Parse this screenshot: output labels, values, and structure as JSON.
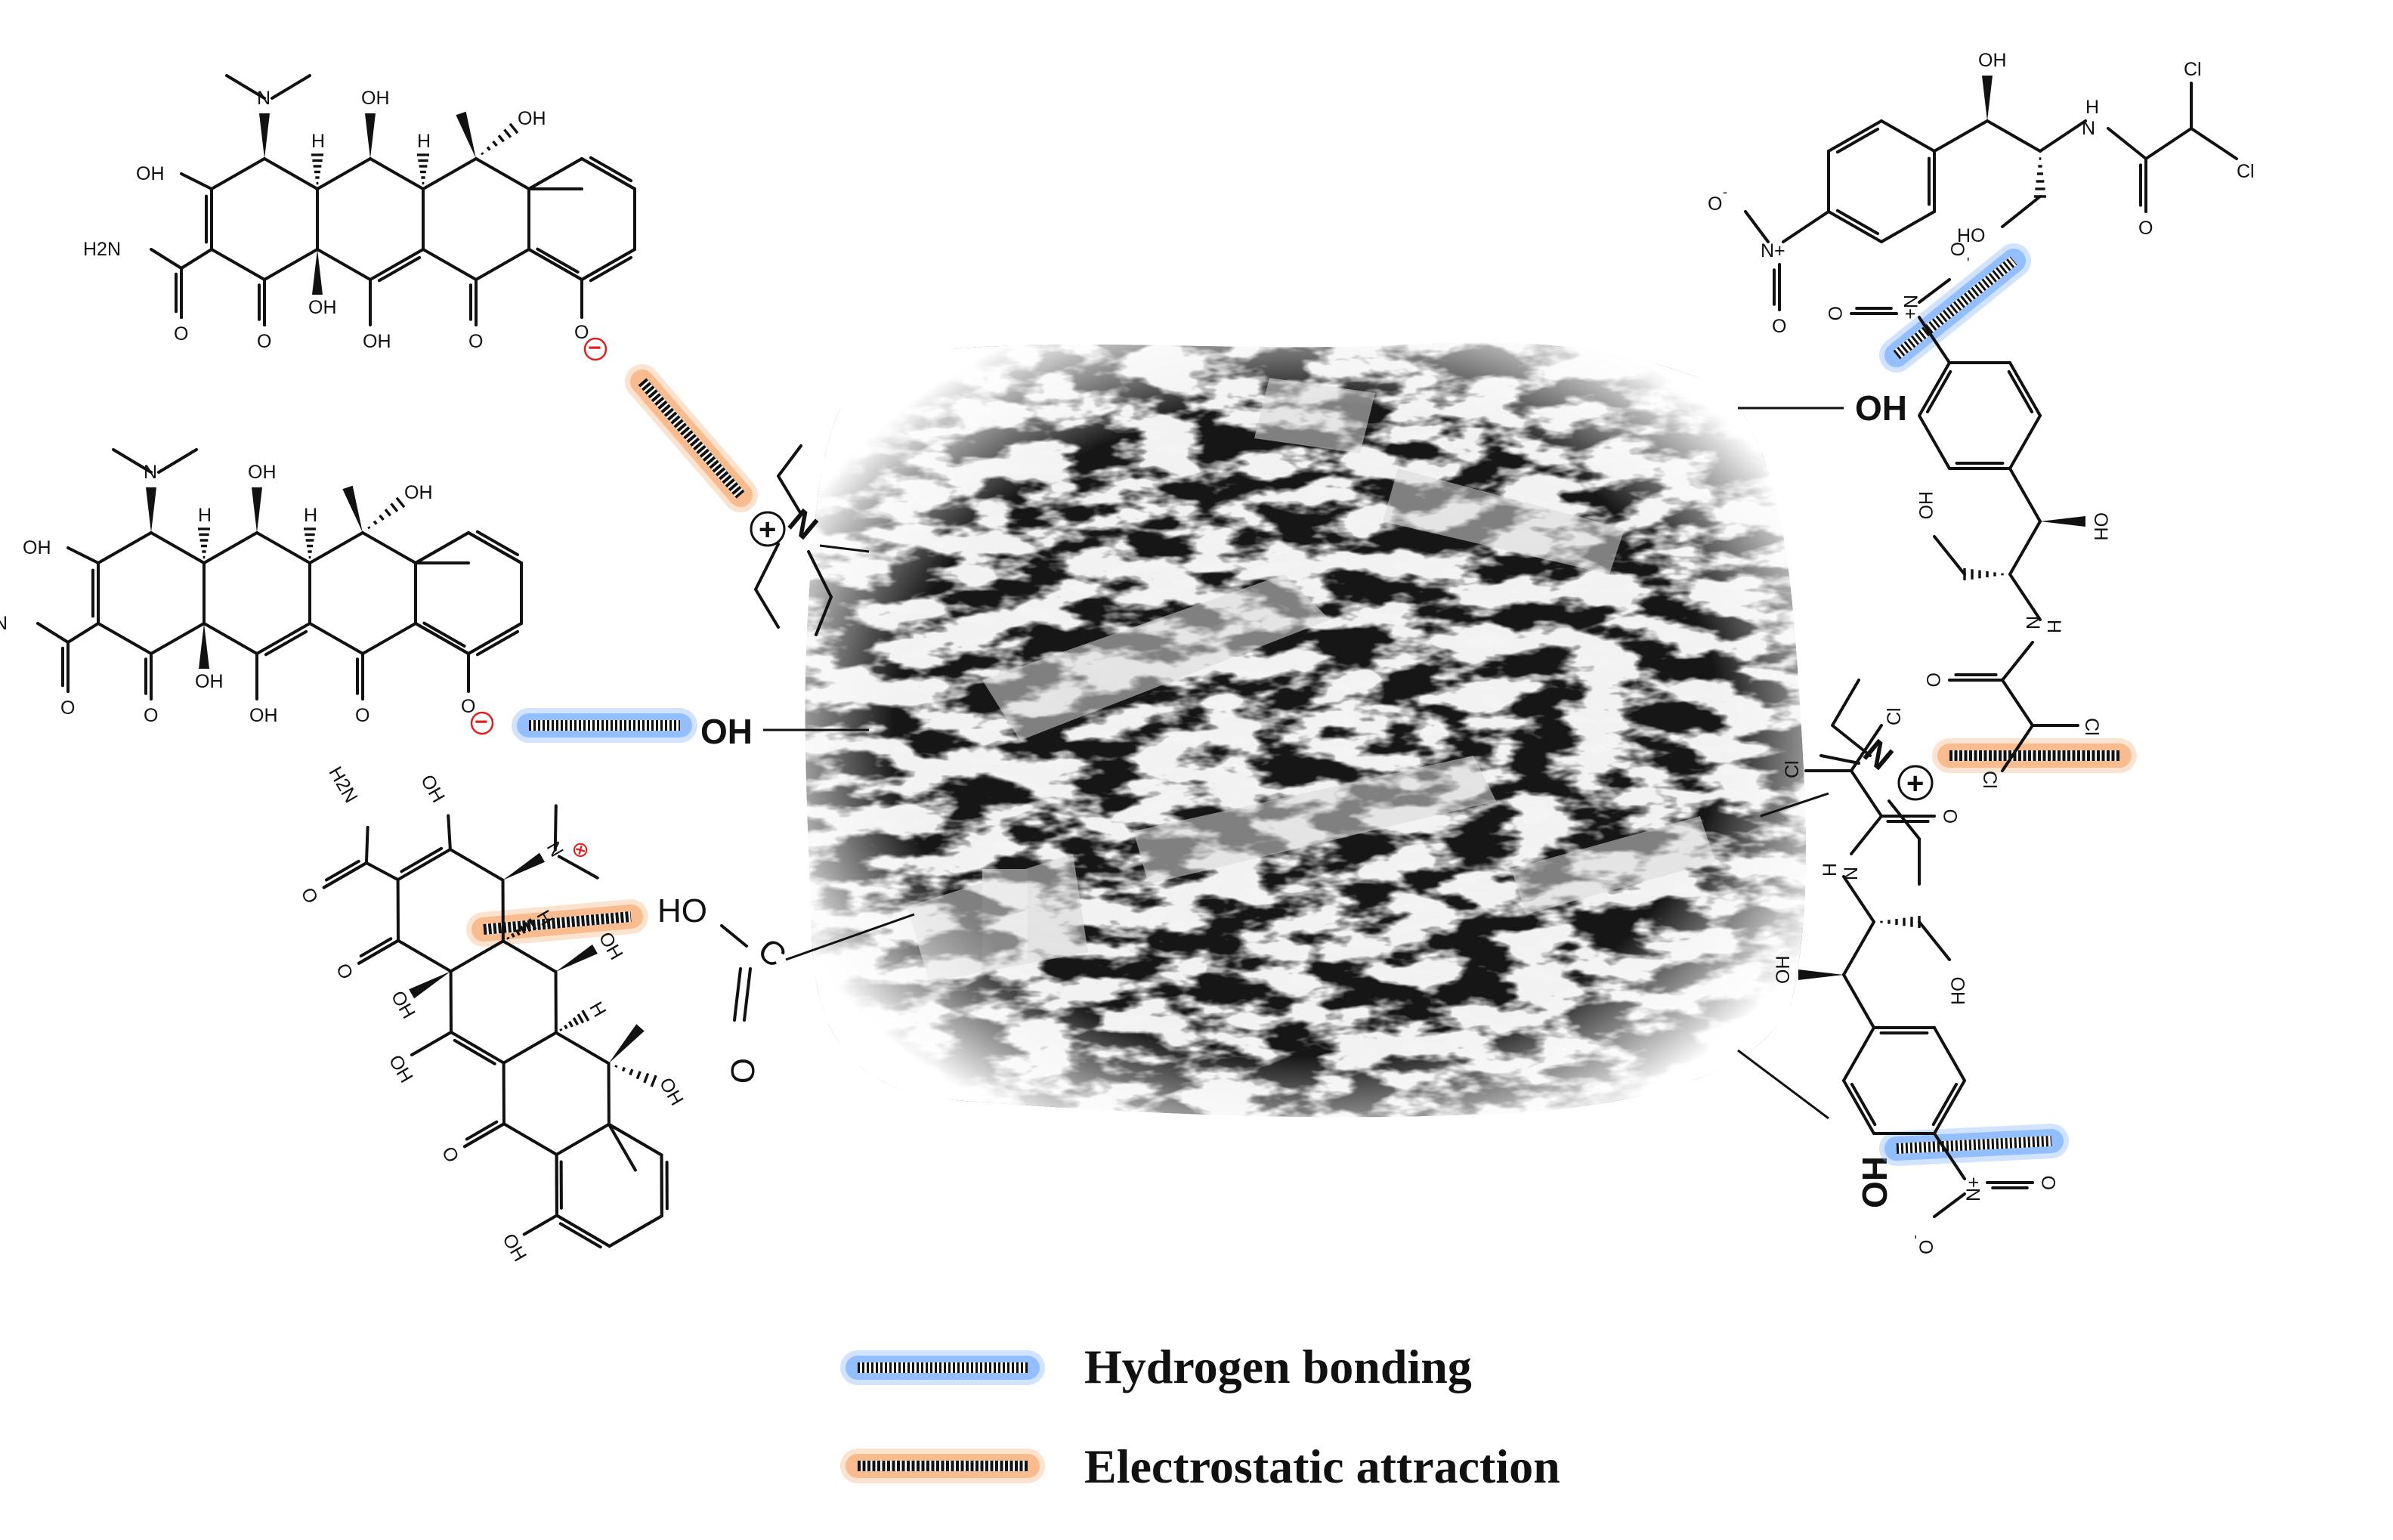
{
  "legend": {
    "hydrogen_bonding": "Hydrogen bonding",
    "electrostatic_attraction": "Electrostatic attraction"
  },
  "surface_groups": {
    "oh_top_right": "OH",
    "oh_left": "OH",
    "oh_bottom_right": "HO",
    "carboxyl_ho": "HO",
    "carboxyl_c": "C",
    "carboxyl_o": "O",
    "ammonium_n": "N",
    "ammonium_charge": "+"
  },
  "atom_labels": {
    "oh": "OH",
    "ho": "HO",
    "h2n": "H2N",
    "h": "H",
    "o": "O",
    "n": "N",
    "nh": "H",
    "n_plus": "N+",
    "o_minus": "O",
    "o_minus_sup": "-",
    "cl": "Cl",
    "minus": "−",
    "cross": "⊗"
  },
  "colors": {
    "hydrogen_bond_glow": "#7fb2ff",
    "electrostatic_glow": "#f7b07a",
    "charge_red": "#e02020"
  }
}
